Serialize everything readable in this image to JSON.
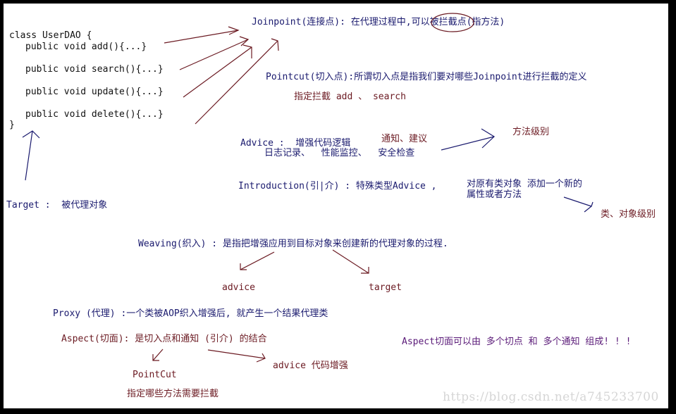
{
  "code": {
    "class_line": "class UserDAO {",
    "methods": [
      "public void add(){...}",
      "public void search(){...}",
      "public void update(){...}",
      "public void delete(){...}"
    ],
    "close": "}"
  },
  "joinpoint": {
    "label": "Joinpoint(连接点):",
    "desc_before": " 在代理过程中,",
    "desc_circled": "可以",
    "desc_after": "被拦截点(指方法)"
  },
  "pointcut": {
    "label": "Pointcut(切入点):",
    "desc": "所谓切入点是指我们要对哪些Joinpoint进行拦截的定义",
    "example": "指定拦截 add 、 search"
  },
  "advice": {
    "label": "Advice :",
    "desc": "增强代码逻辑",
    "alias": "通知、建议",
    "examples": "日志记录、  性能监控、  安全检查",
    "level": "方法级别"
  },
  "introduction": {
    "label": "Introduction(引|介) :",
    "desc": "特殊类型Advice ,",
    "detail_line1": "对原有类对象 添加一个新的",
    "detail_line2": "属性或者方法",
    "level": "类、对象级别"
  },
  "target": {
    "label": "Target :",
    "desc": "被代理对象"
  },
  "weaving": {
    "label": "Weaving(织入) :",
    "desc": "是指把增强应用到目标对象来创建新的代理对象的过程.",
    "branch_left": "advice",
    "branch_right": "target"
  },
  "proxy": {
    "label": "Proxy (代理) :",
    "desc": "一个类被AOP织入增强后, 就产生一个结果代理类"
  },
  "aspect": {
    "label": "Aspect(切面):",
    "desc": "是切入点和通知 (引介) 的结合",
    "branch_left": "PointCut",
    "branch_left_desc": "指定哪些方法需要拦截",
    "branch_right": "advice 代码增强",
    "summary": "Aspect切面可以由 多个切点 和 多个通知 组成! ! !"
  },
  "watermark": "https://blog.csdn.net/a745233700",
  "colors": {
    "navy": "#1a1a6e",
    "maroon": "#6b1a22",
    "purple": "#5a1a78",
    "border": "#000000"
  }
}
